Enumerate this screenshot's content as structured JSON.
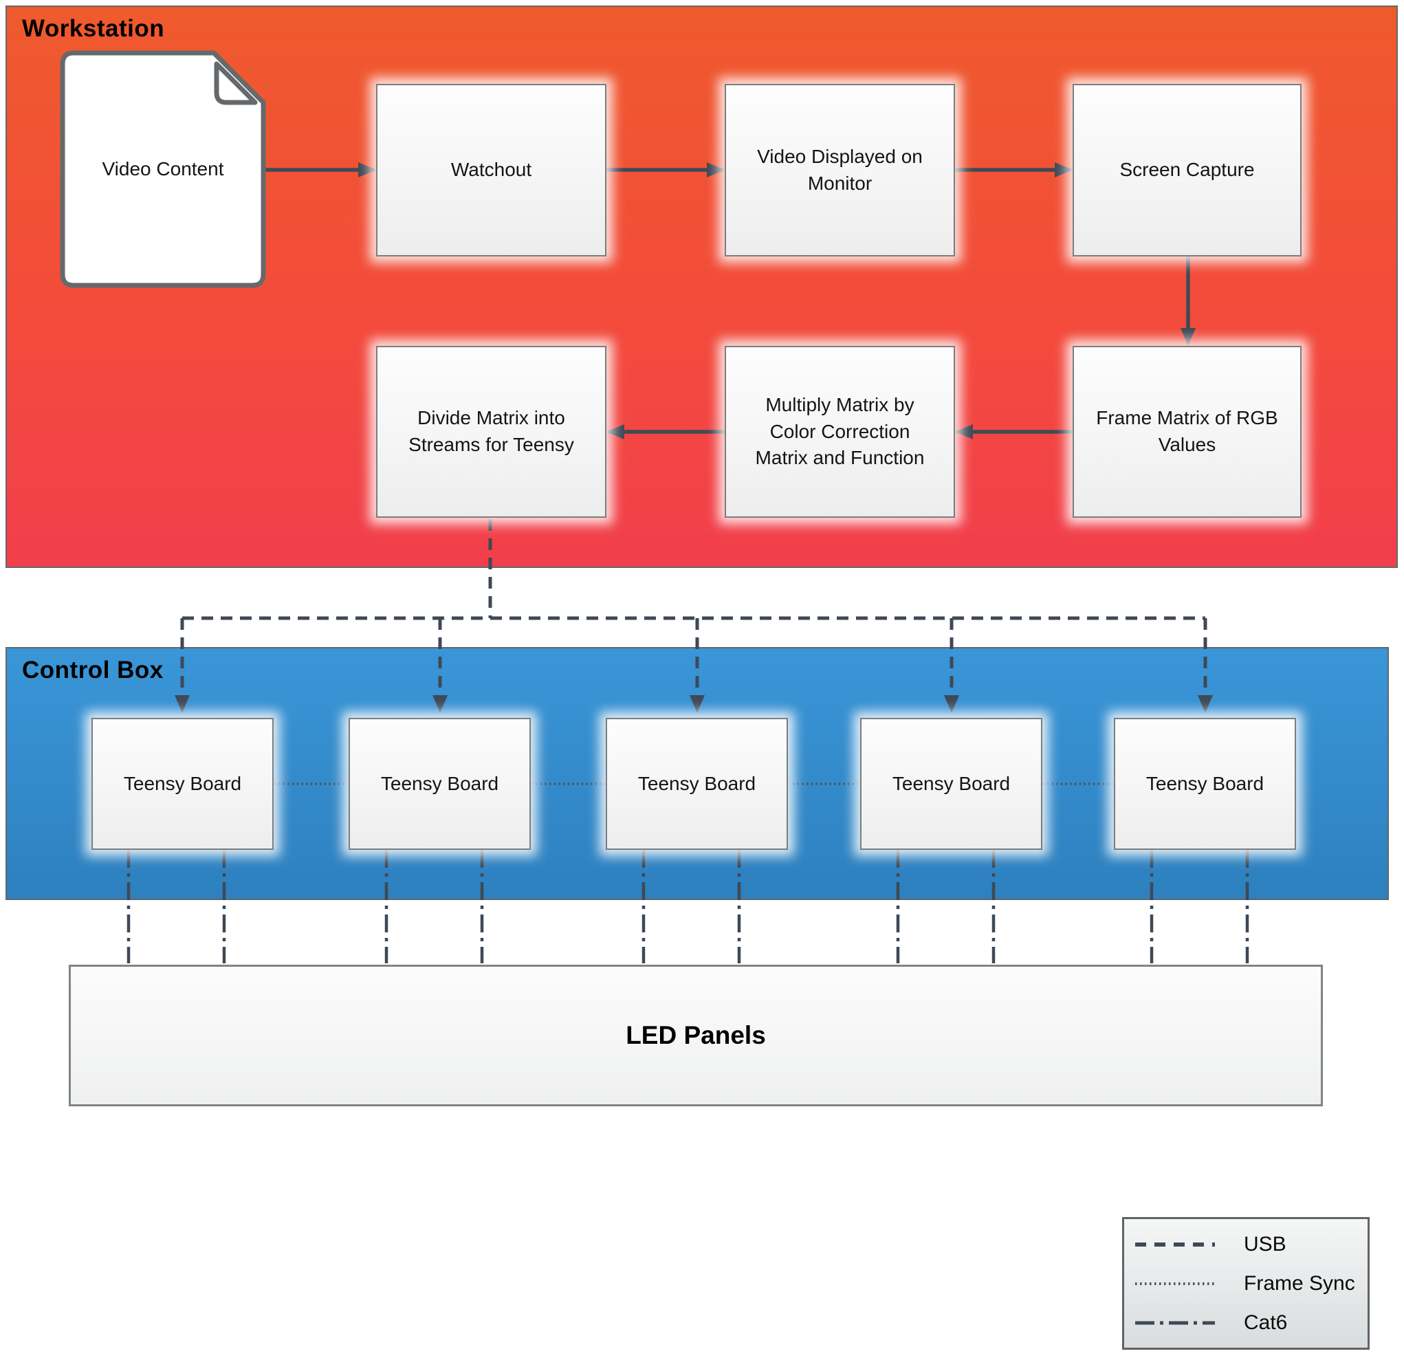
{
  "workstation": {
    "label": "Workstation",
    "document": {
      "label": "Video Content"
    },
    "boxes": [
      {
        "id": "watchout",
        "label": "Watchout"
      },
      {
        "id": "video-displayed",
        "label": "Video Displayed on Monitor"
      },
      {
        "id": "screen-capture",
        "label": "Screen Capture"
      },
      {
        "id": "frame-matrix",
        "label": "Frame Matrix of RGB Values"
      },
      {
        "id": "multiply-matrix",
        "label": "Multiply Matrix by Color Correction Matrix and Function"
      },
      {
        "id": "divide-matrix",
        "label": "Divide Matrix into Streams for Teensy"
      }
    ]
  },
  "control_box": {
    "label": "Control Box",
    "boards": [
      {
        "label": "Teensy Board"
      },
      {
        "label": "Teensy Board"
      },
      {
        "label": "Teensy Board"
      },
      {
        "label": "Teensy Board"
      },
      {
        "label": "Teensy Board"
      }
    ]
  },
  "led_panels": {
    "label": "LED Panels"
  },
  "legend": {
    "items": [
      {
        "style": "dashed",
        "label": "USB"
      },
      {
        "style": "dotted",
        "label": "Frame Sync"
      },
      {
        "style": "dashdot",
        "label": "Cat6"
      }
    ]
  },
  "colors": {
    "workstation_top": "#ef5a2d",
    "workstation_bottom": "#f23f4c",
    "control_top": "#3a96d8",
    "control_bottom": "#2e80be",
    "wire": "#3e4956",
    "node_fill": "#f5f5f5",
    "node_border": "#797d7f"
  }
}
